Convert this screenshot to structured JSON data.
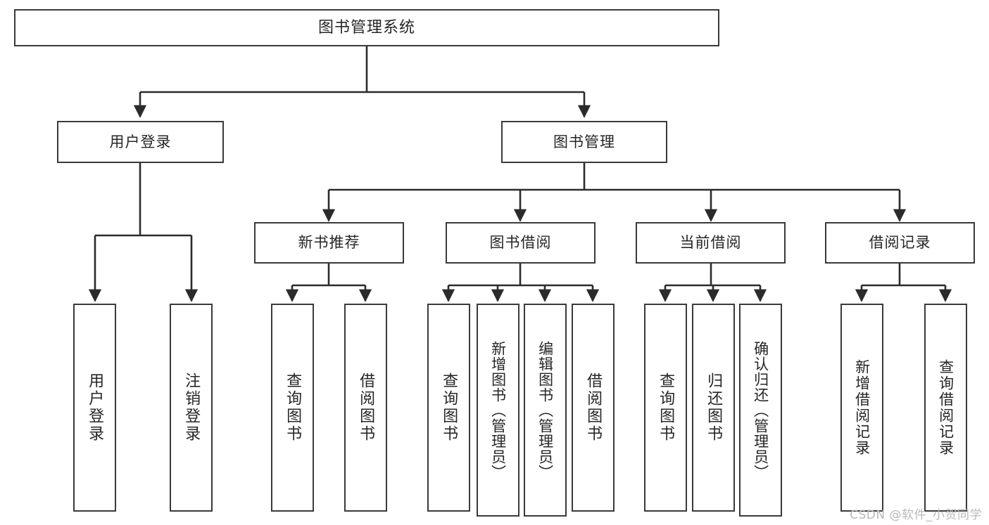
{
  "diagram": {
    "title": "图书管理系统",
    "type": "tree",
    "orientation": "top-down",
    "watermark": "CSDN @软件_小贺同学",
    "colors": {
      "box_border": "#3a3a3a",
      "box_fill": "#ffffff",
      "connector": "#2b2b2b",
      "text": "#262626",
      "watermark": "#b9b9b9",
      "background": "#ffffff"
    },
    "root": {
      "label": "图书管理系统",
      "orientation": "horizontal"
    },
    "level2": [
      {
        "id": "user-login",
        "label": "用户登录",
        "orientation": "horizontal"
      },
      {
        "id": "book-manage",
        "label": "图书管理",
        "orientation": "horizontal"
      }
    ],
    "level3": [
      {
        "id": "new-book-recommend",
        "label": "新书推荐",
        "parent": "book-manage",
        "orientation": "horizontal"
      },
      {
        "id": "book-borrow",
        "label": "图书借阅",
        "parent": "book-manage",
        "orientation": "horizontal"
      },
      {
        "id": "current-borrow",
        "label": "当前借阅",
        "parent": "book-manage",
        "orientation": "horizontal"
      },
      {
        "id": "borrow-record",
        "label": "借阅记录",
        "parent": "book-manage",
        "orientation": "horizontal"
      }
    ],
    "leaves": [
      {
        "id": "leaf-user-login",
        "label": "用户登录",
        "parent": "user-login",
        "orientation": "vertical"
      },
      {
        "id": "leaf-user-logout",
        "label": "注销登录",
        "parent": "user-login",
        "orientation": "vertical"
      },
      {
        "id": "leaf-query-book-1",
        "label": "查询图书",
        "parent": "new-book-recommend",
        "orientation": "vertical"
      },
      {
        "id": "leaf-borrow-book-1",
        "label": "借阅图书",
        "parent": "new-book-recommend",
        "orientation": "vertical"
      },
      {
        "id": "leaf-query-book-2",
        "label": "查询图书",
        "parent": "book-borrow",
        "orientation": "vertical"
      },
      {
        "id": "leaf-add-book",
        "label": "新增图书（管理员）",
        "parent": "book-borrow",
        "orientation": "vertical"
      },
      {
        "id": "leaf-edit-book",
        "label": "编辑图书（管理员）",
        "parent": "book-borrow",
        "orientation": "vertical"
      },
      {
        "id": "leaf-borrow-book-2",
        "label": "借阅图书",
        "parent": "book-borrow",
        "orientation": "vertical"
      },
      {
        "id": "leaf-query-book-3",
        "label": "查询图书",
        "parent": "current-borrow",
        "orientation": "vertical"
      },
      {
        "id": "leaf-return-book",
        "label": "归还图书",
        "parent": "current-borrow",
        "orientation": "vertical"
      },
      {
        "id": "leaf-confirm-return",
        "label": "确认归还（管理员）",
        "parent": "current-borrow",
        "orientation": "vertical"
      },
      {
        "id": "leaf-add-record",
        "label": "新增借阅记录",
        "parent": "borrow-record",
        "orientation": "vertical"
      },
      {
        "id": "leaf-query-record",
        "label": "查询借阅记录",
        "parent": "borrow-record",
        "orientation": "vertical"
      }
    ]
  }
}
